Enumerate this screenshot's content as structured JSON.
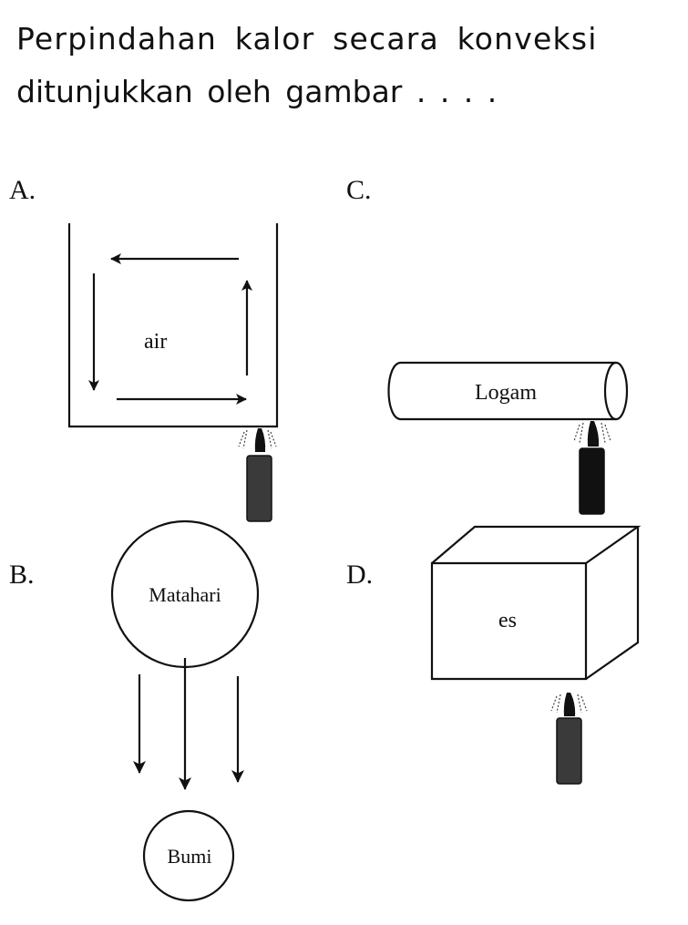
{
  "question": {
    "line1": "Perpindahan kalor secara konveksi",
    "line2": "ditunjukkan oleh gambar . . . ."
  },
  "options": {
    "a": {
      "letter": "A.",
      "label": "air"
    },
    "b": {
      "letter": "B.",
      "sun_label": "Matahari",
      "earth_label": "Bumi"
    },
    "c": {
      "letter": "C.",
      "label": "Logam"
    },
    "d": {
      "letter": "D.",
      "label": "es"
    }
  }
}
